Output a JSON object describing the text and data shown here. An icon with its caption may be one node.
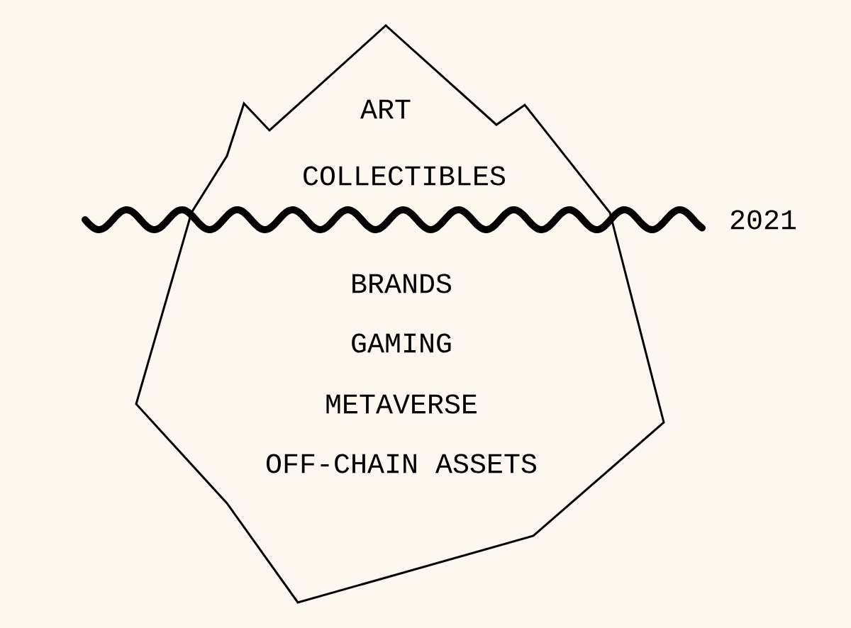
{
  "diagram": {
    "labels": [
      "ART",
      "COLLECTIBLES",
      "2021",
      "BRANDS",
      "GAMING",
      "METAVERSE",
      "OFF-CHAIN ASSETS"
    ]
  }
}
